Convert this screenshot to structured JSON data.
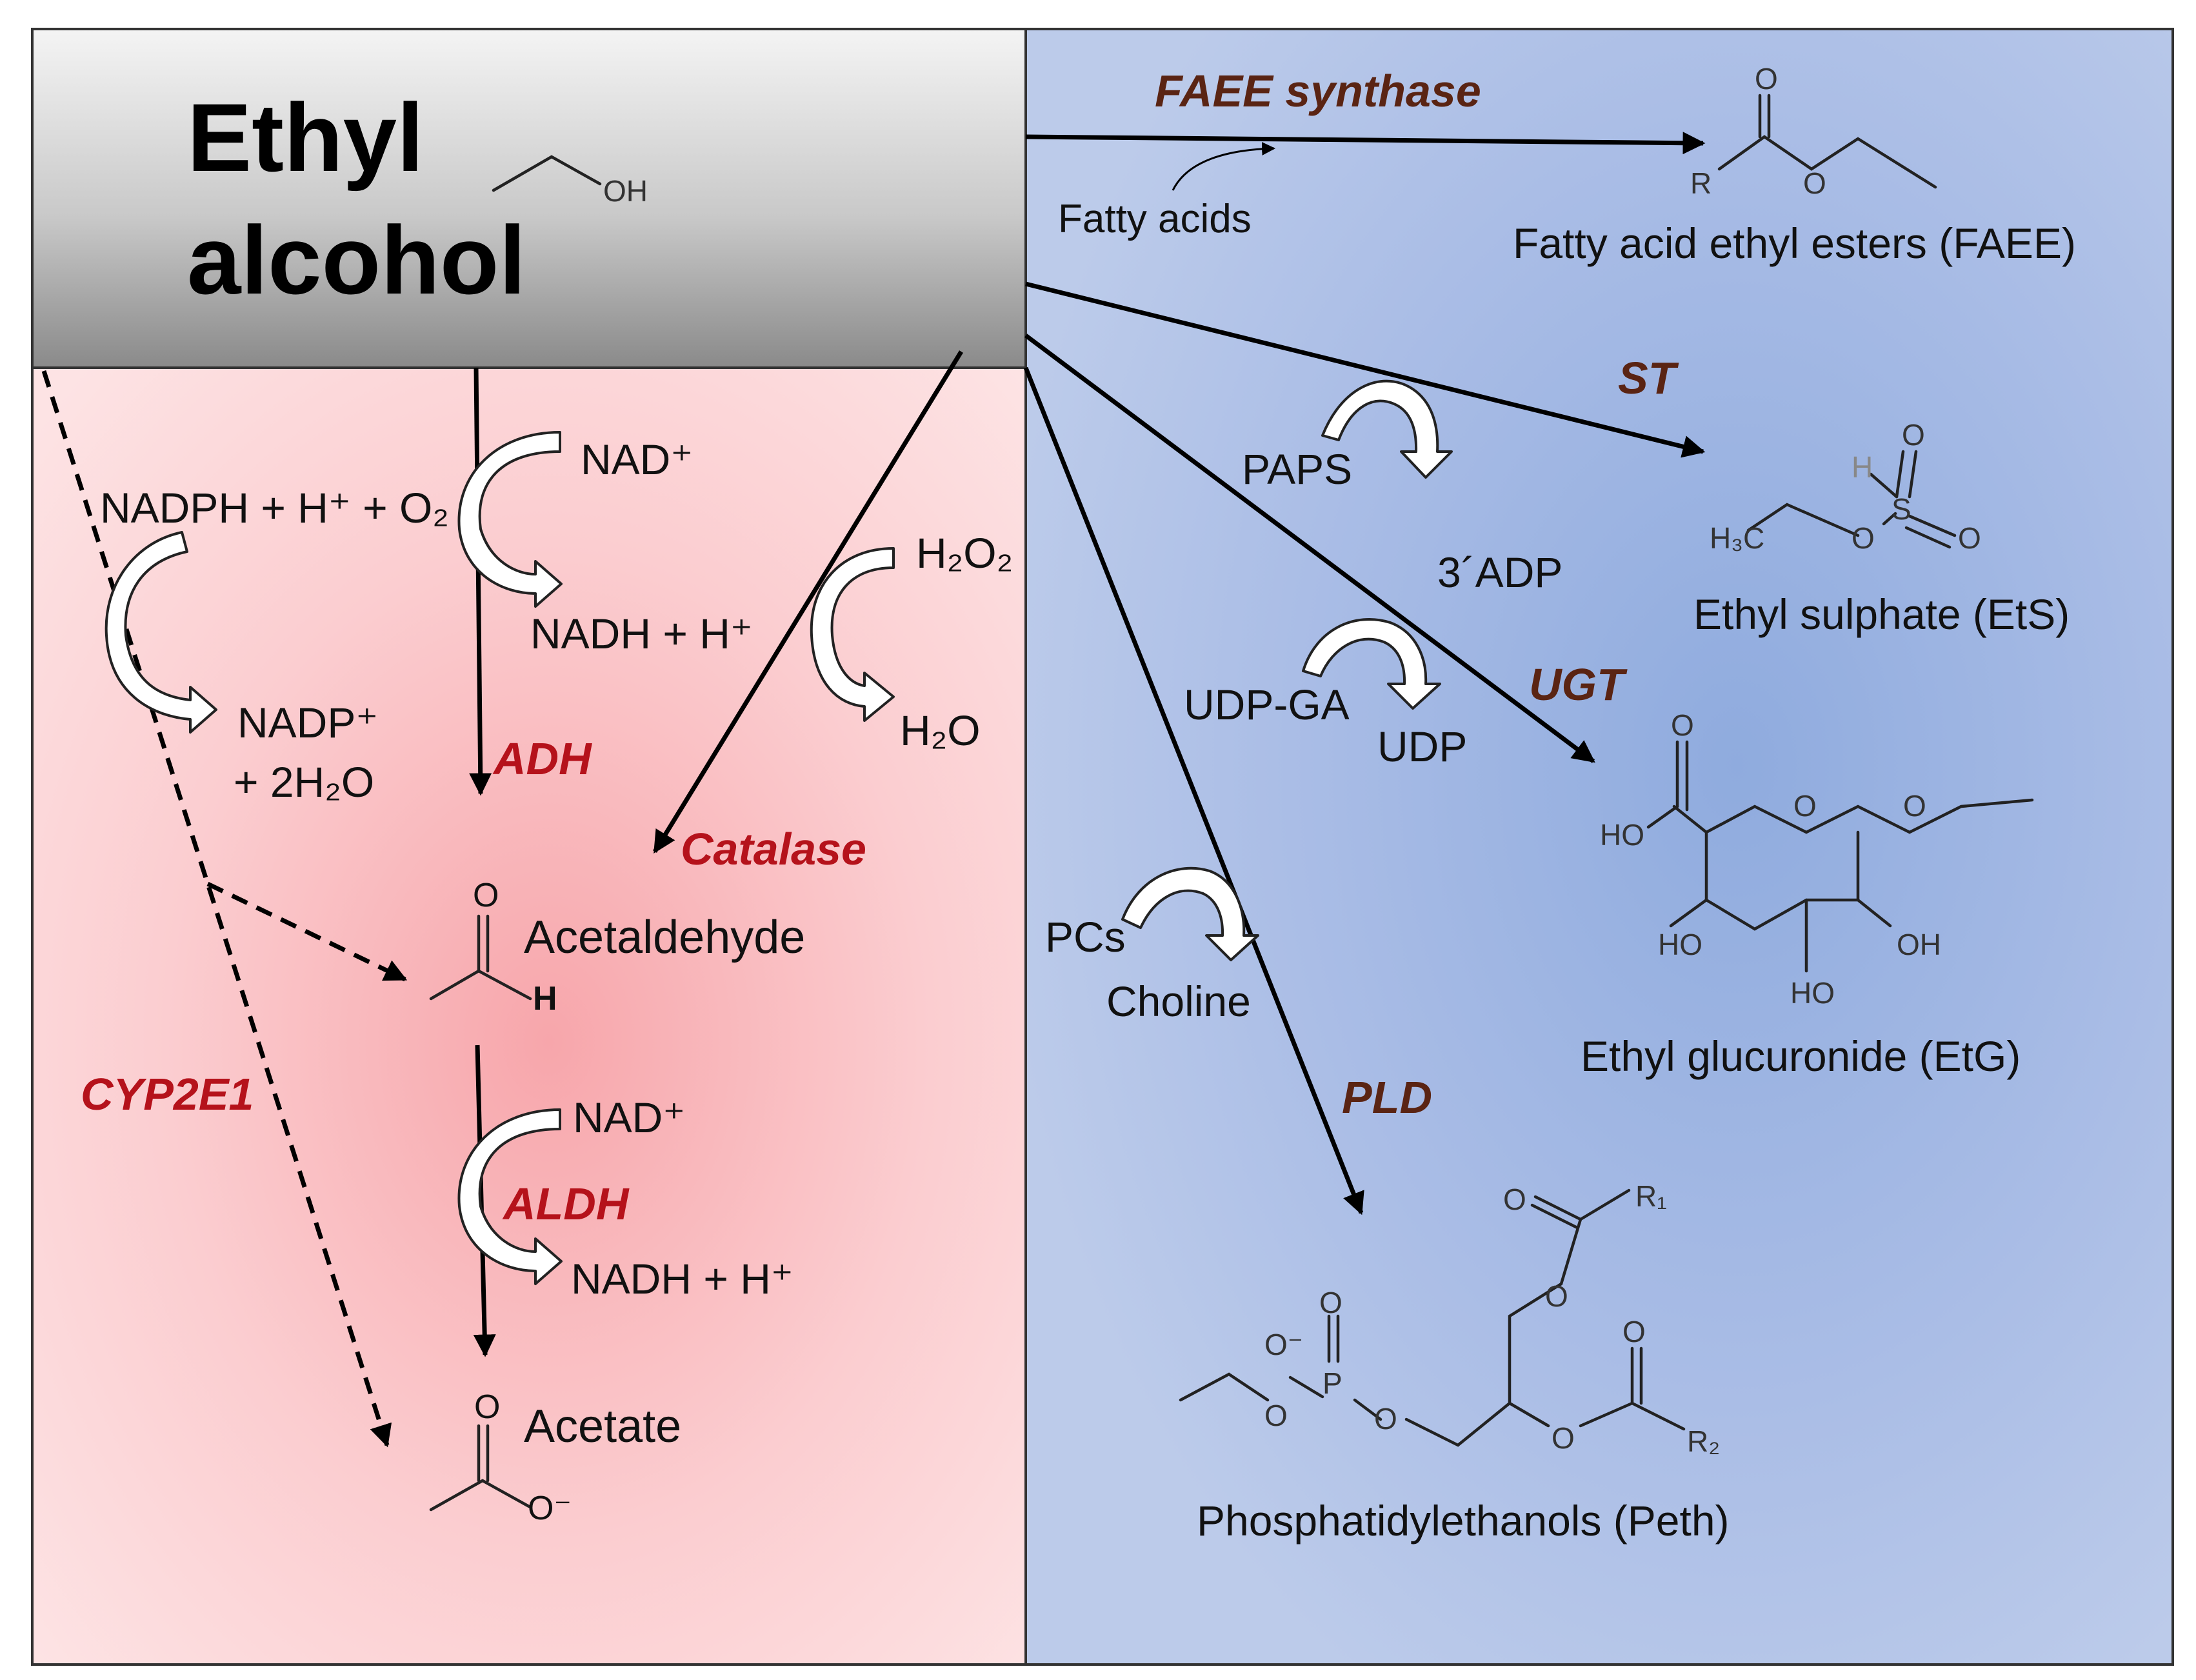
{
  "title": {
    "line1": "Ethyl",
    "line2": "alcohol",
    "ethanol_oh": "OH"
  },
  "colors": {
    "red_panel_center": "#f7a6ab",
    "red_panel_edge": "#fde3e4",
    "blue_panel_center": "#8fabde",
    "blue_panel_edge": "#bccbea",
    "header_top": "#f2f2f2",
    "header_bottom": "#8a8a8a",
    "enzyme_red": "#b5121b",
    "enzyme_brown": "#5a2413"
  },
  "oxidative": {
    "cyp_cofactor_in": "NADPH + H⁺ + O₂",
    "cyp_cofactor_out_1": "NADP⁺",
    "cyp_cofactor_out_2": "+ 2H₂O",
    "cyp_enzyme": "CYP2E1",
    "adh_cofactor_in": "NAD⁺",
    "adh_cofactor_out": "NADH + H⁺",
    "adh_enzyme": "ADH",
    "catalase_in": "H₂O₂",
    "catalase_out": "H₂O",
    "catalase_enzyme": "Catalase",
    "acetaldehyde": "Acetaldehyde",
    "acetaldehyde_o": "O",
    "acetaldehyde_h": "H",
    "aldh_cofactor_in": "NAD⁺",
    "aldh_cofactor_out": "NADH + H⁺",
    "aldh_enzyme": "ALDH",
    "acetate": "Acetate",
    "acetate_o": "O",
    "acetate_o_minus": "O⁻"
  },
  "non_oxidative": {
    "faee_enzyme": "FAEE synthase",
    "faee_cofactor": "Fatty acids",
    "faee_product": "Fatty acid ethyl esters (FAEE)",
    "faee_atoms": {
      "o_top": "O",
      "r": "R",
      "o_mid": "O"
    },
    "st_enzyme": "ST",
    "st_cofactor_in": "PAPS",
    "st_cofactor_out": "3´ADP",
    "ets_product": "Ethyl sulphate (EtS)",
    "ets_atoms": {
      "h3c": "H₃C",
      "o1": "O",
      "s": "S",
      "o_top": "O",
      "o_right": "O",
      "h": "H"
    },
    "ugt_enzyme": "UGT",
    "ugt_cofactor_in": "UDP-GA",
    "ugt_cofactor_out": "UDP",
    "etg_product": "Ethyl glucuronide (EtG)",
    "etg_atoms": {
      "o_acid": "O",
      "ho_acid": "HO",
      "o_ring": "O",
      "o_ether": "O",
      "ho_left": "HO",
      "oh_right": "OH",
      "ho_bottom": "HO"
    },
    "pld_enzyme": "PLD",
    "pld_cofactor_in": "PCs",
    "pld_cofactor_out": "Choline",
    "peth_product": "Phosphatidylethanols (Peth)",
    "peth_atoms": {
      "o_minus": "O⁻",
      "o_top": "O",
      "p": "P",
      "o_left": "O",
      "o_right": "O",
      "o_ester1": "O",
      "o_carbonyl1": "O",
      "r1": "R₁",
      "o_ester2": "O",
      "o_carbonyl2": "O",
      "r2": "R₂"
    }
  }
}
